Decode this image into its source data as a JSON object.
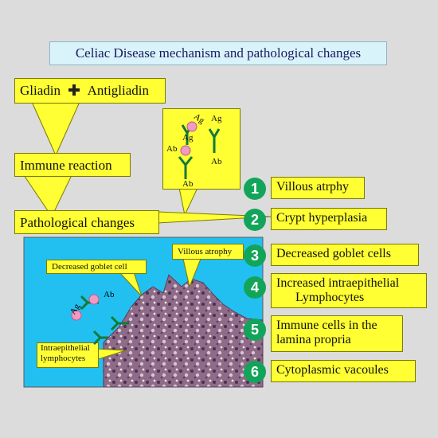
{
  "title": "Celiac Disease mechanism and pathological changes",
  "flow": {
    "gliadin": "Gliadin",
    "antigliadin": "Antigliadin",
    "immune_reaction": "Immune reaction",
    "pathological_changes": "Pathological changes"
  },
  "antibody_labels": {
    "ag": "Ag",
    "ab": "Ab"
  },
  "micro": {
    "decreased_goblet": "Decreased goblet cell",
    "villous_atrophy": "Villous atrophy",
    "intraepithelial_line1": "Intraepithelial",
    "intraepithelial_line2": "lymphocytes"
  },
  "changes": [
    {
      "n": "1",
      "text": "Villous atrphy"
    },
    {
      "n": "2",
      "text": "Crypt hyperplasia"
    },
    {
      "n": "3",
      "text": "Decreased goblet cells"
    },
    {
      "n": "4",
      "text": "Increased intraepithelial",
      "text2": "Lymphocytes"
    },
    {
      "n": "5",
      "text": "Immune cells in the",
      "text2": "lamina propria"
    },
    {
      "n": "6",
      "text": "Cytoplasmic vacoules"
    }
  ],
  "colors": {
    "callout": "#ffff33",
    "number_badge": "#12a55a",
    "background": "#dcdcdc",
    "micro_panel": "#22c0f0",
    "title_box": "#d9f3fb"
  }
}
